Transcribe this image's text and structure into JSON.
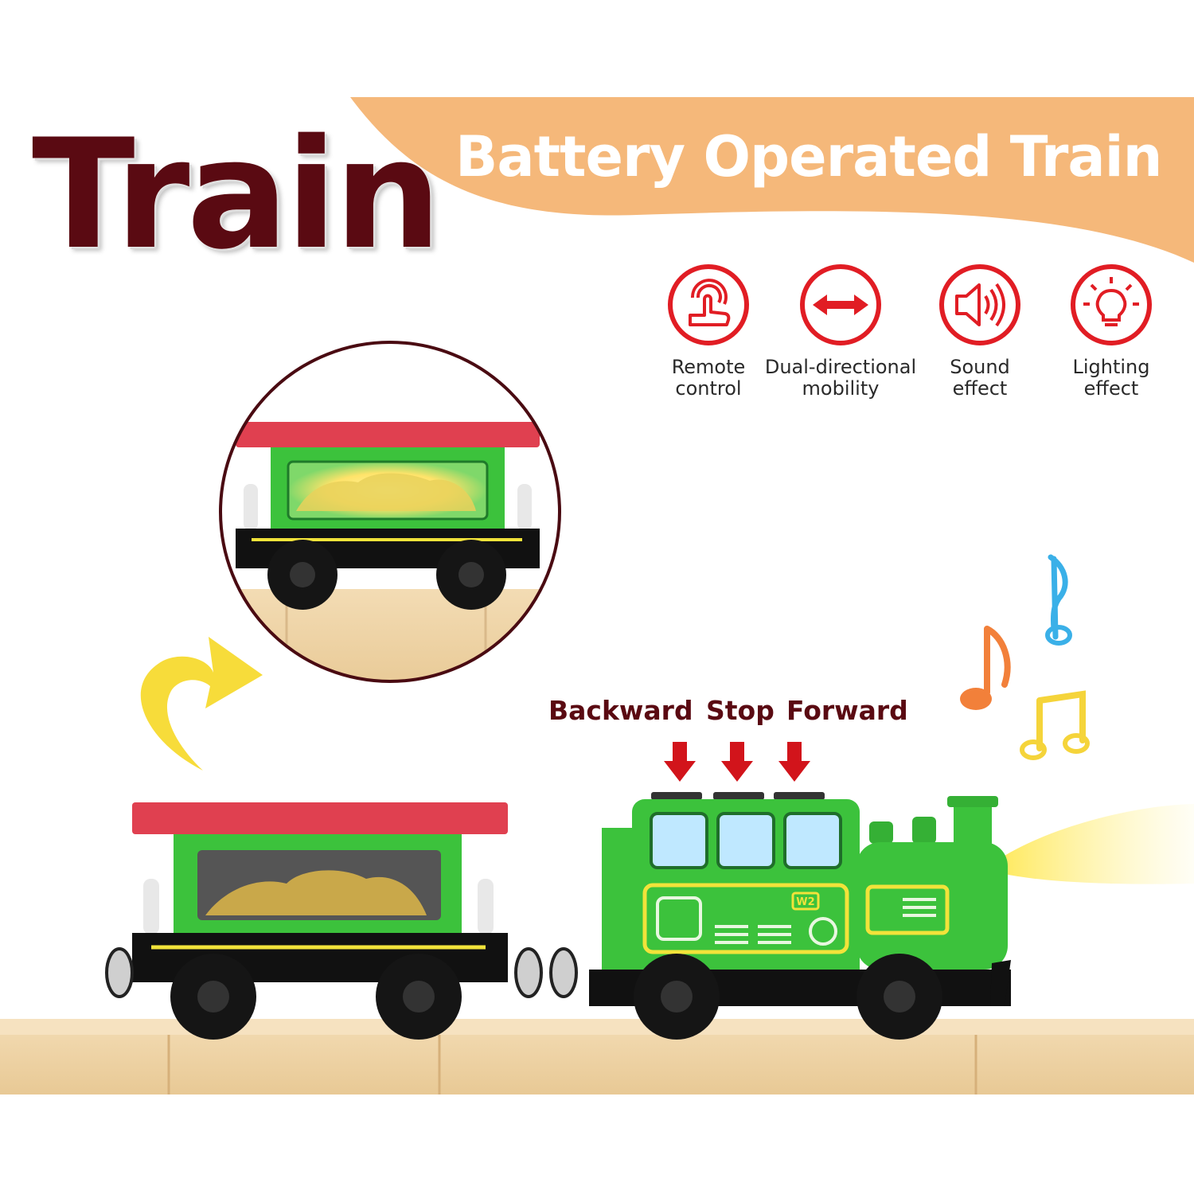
{
  "title": "Train",
  "banner": {
    "text": "Battery Operated Train",
    "color": "#f5b87a"
  },
  "features": [
    {
      "icon": "remote-touch-icon",
      "label": "Remote\ncontrol"
    },
    {
      "icon": "double-arrow-icon",
      "label": "Dual-directional\nmobility"
    },
    {
      "icon": "speaker-icon",
      "label": "Sound\neffect"
    },
    {
      "icon": "lightbulb-icon",
      "label": "Lighting\neffect"
    }
  ],
  "controls": {
    "backward": "Backward",
    "stop": "Stop",
    "forward": "Forward"
  },
  "engine_badge": "W2",
  "colors": {
    "accent_red": "#e11d24",
    "title_maroon": "#5a0a12",
    "train_green": "#3cc23c",
    "roof_red": "#e04050",
    "track_wood": "#f1d8ae"
  }
}
